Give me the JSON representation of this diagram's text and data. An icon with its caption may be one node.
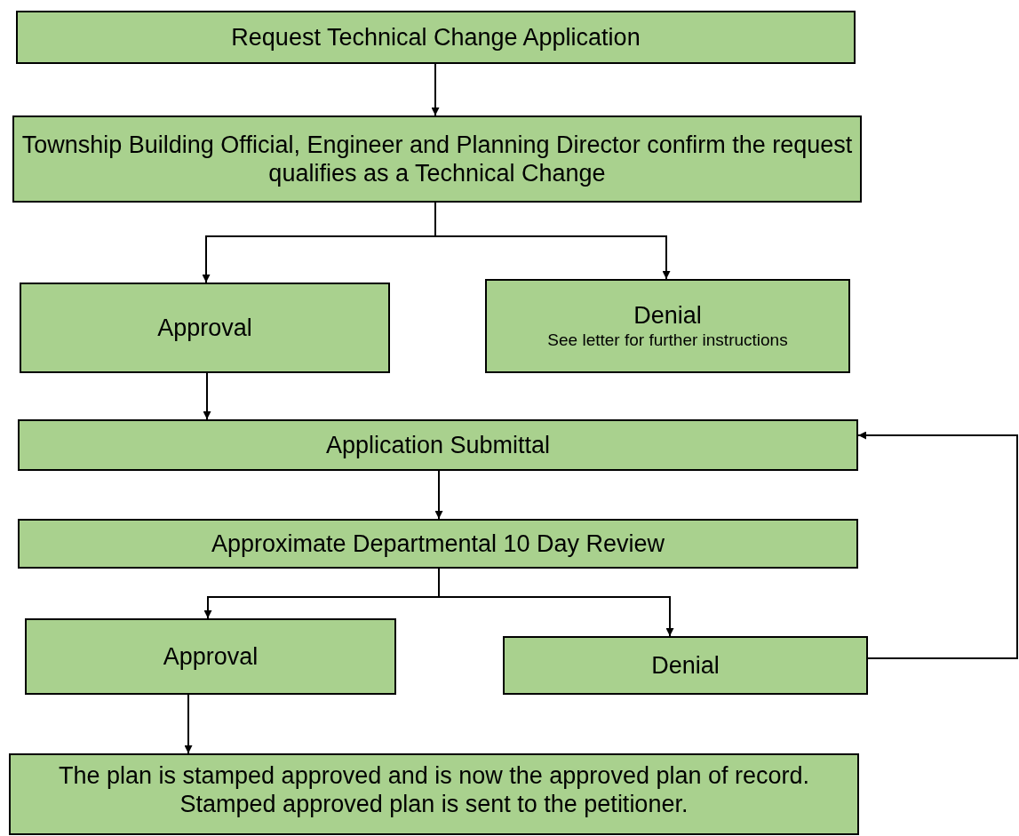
{
  "diagram": {
    "nodes": [
      {
        "text": [
          "Request Technical Change Application"
        ]
      },
      {
        "text": [
          "Township Building Official, Engineer and Planning Director confirm the request qualifies as a Technical Change"
        ]
      },
      {
        "text": [
          "Approval"
        ]
      },
      {
        "text": [
          "Denial",
          "See letter for further instructions"
        ]
      },
      {
        "text": [
          "Application Submittal"
        ]
      },
      {
        "text": [
          "Approximate Departmental 10 Day Review"
        ]
      },
      {
        "text": [
          "Approval"
        ]
      },
      {
        "text": [
          "Denial"
        ]
      },
      {
        "text": [
          "The plan is stamped approved and is now the approved plan of record.  Stamped approved plan is sent to the petitioner."
        ]
      }
    ],
    "edges": [
      {
        "from": 0,
        "to": 1,
        "arrow": "to"
      },
      {
        "from": 1,
        "to": 2,
        "arrow": "to"
      },
      {
        "from": 1,
        "to": 3,
        "arrow": "to"
      },
      {
        "from": 2,
        "to": 4,
        "arrow": "to"
      },
      {
        "from": 4,
        "to": 5,
        "arrow": "to"
      },
      {
        "from": 5,
        "to": 6,
        "arrow": "to"
      },
      {
        "from": 5,
        "to": 7,
        "arrow": "to"
      },
      {
        "from": 6,
        "to": 8,
        "arrow": "to"
      },
      {
        "from": 7,
        "to": 4,
        "arrow": "to"
      }
    ]
  }
}
